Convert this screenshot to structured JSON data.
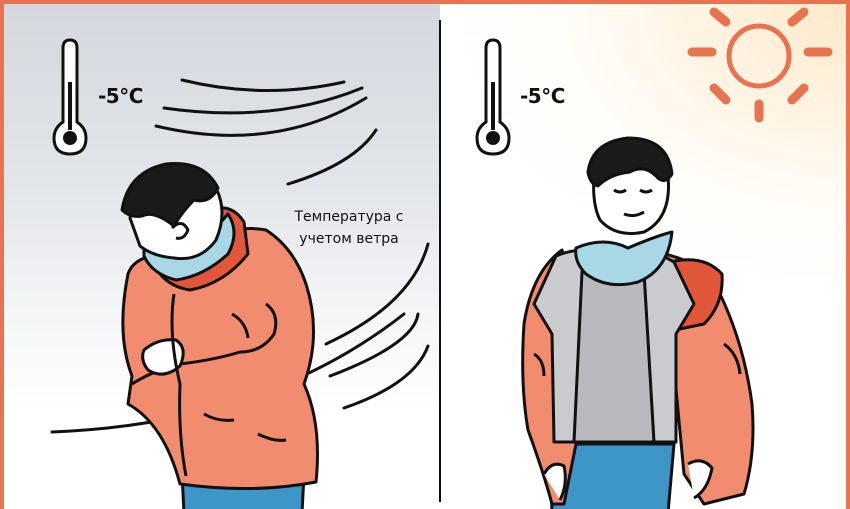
{
  "left_panel": {
    "temperature": "-5°C",
    "caption_line1": "Температура с",
    "caption_line2": "учетом ветра"
  },
  "right_panel": {
    "temperature": "-5°C"
  },
  "colors": {
    "accent": "#E8734F",
    "jacket": "#F28C6E",
    "scarf": "#A8D8E6",
    "shirt": "#C9CBCF",
    "pants": "#3E95C8"
  }
}
